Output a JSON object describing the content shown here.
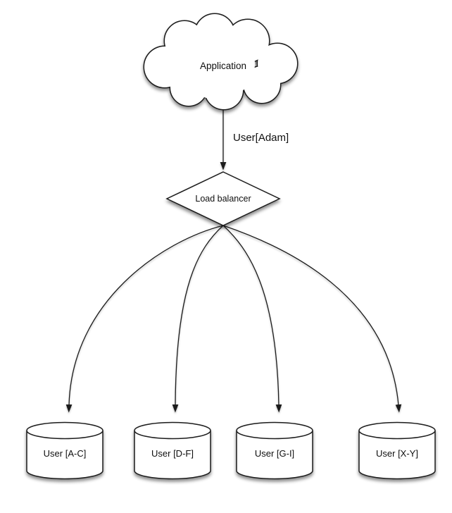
{
  "diagram": {
    "kind": "load-balancing-sharding-diagram",
    "colors": {
      "stroke": "#1c1c1c",
      "fill": "#ffffff",
      "background": "#ffffff",
      "text": "#111111"
    },
    "nodes": {
      "application": {
        "type": "cloud",
        "label": "Application"
      },
      "load_balancer": {
        "type": "diamond",
        "label": "Load balancer"
      },
      "shards": [
        {
          "type": "cylinder",
          "label": "User [A-C]"
        },
        {
          "type": "cylinder",
          "label": "User [D-F]"
        },
        {
          "type": "cylinder",
          "label": "User [G-I]"
        },
        {
          "type": "cylinder",
          "label": "User [X-Y]"
        }
      ]
    },
    "edges": {
      "app_to_lb": {
        "label": "User[Adam]",
        "from": "application",
        "to": "load_balancer"
      },
      "lb_to_shards": [
        {
          "from": "load_balancer",
          "to": "User [A-C]"
        },
        {
          "from": "load_balancer",
          "to": "User [D-F]"
        },
        {
          "from": "load_balancer",
          "to": "User [G-I]"
        },
        {
          "from": "load_balancer",
          "to": "User [X-Y]"
        }
      ]
    }
  }
}
